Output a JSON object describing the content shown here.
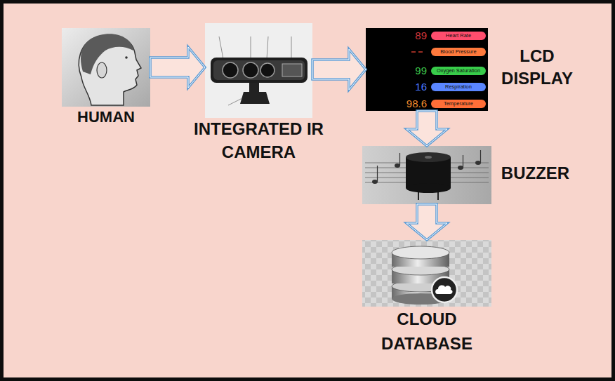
{
  "diagram": {
    "nodes": [
      {
        "text": [
          "HUMAN"
        ]
      },
      {
        "text": [
          "INTEGRATED IR CAMERA"
        ]
      },
      {
        "text": [
          "LCD DISPLAY"
        ]
      },
      {
        "text": [
          "BUZZER"
        ]
      },
      {
        "text": [
          "CLOUD DATABASE"
        ]
      }
    ],
    "edges": [
      {
        "from": 0,
        "to": 1,
        "arrow": "to"
      },
      {
        "from": 1,
        "to": 2,
        "arrow": "to"
      },
      {
        "from": 2,
        "to": 3,
        "arrow": "to"
      },
      {
        "from": 3,
        "to": 4,
        "arrow": "to"
      }
    ],
    "labels": [
      "89",
      "Heart Rate",
      "Blood Pressure",
      "99",
      "Oxygen Saturation",
      "16",
      "Respiration",
      "98.6",
      "Temperature"
    ]
  }
}
